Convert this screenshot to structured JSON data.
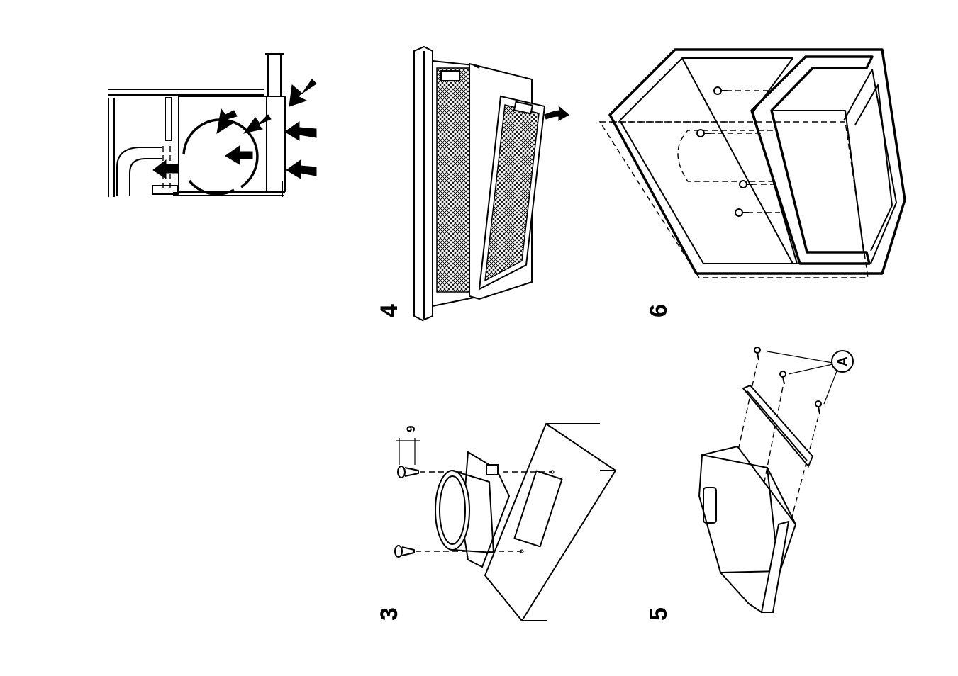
{
  "figures": {
    "fig3": {
      "number": "3",
      "dimension": "9"
    },
    "fig4": {
      "number": "4"
    },
    "fig5": {
      "number": "5",
      "callout": "A"
    },
    "fig6": {
      "number": "6"
    }
  },
  "colors": {
    "ink": "#000000",
    "paper": "#ffffff"
  }
}
